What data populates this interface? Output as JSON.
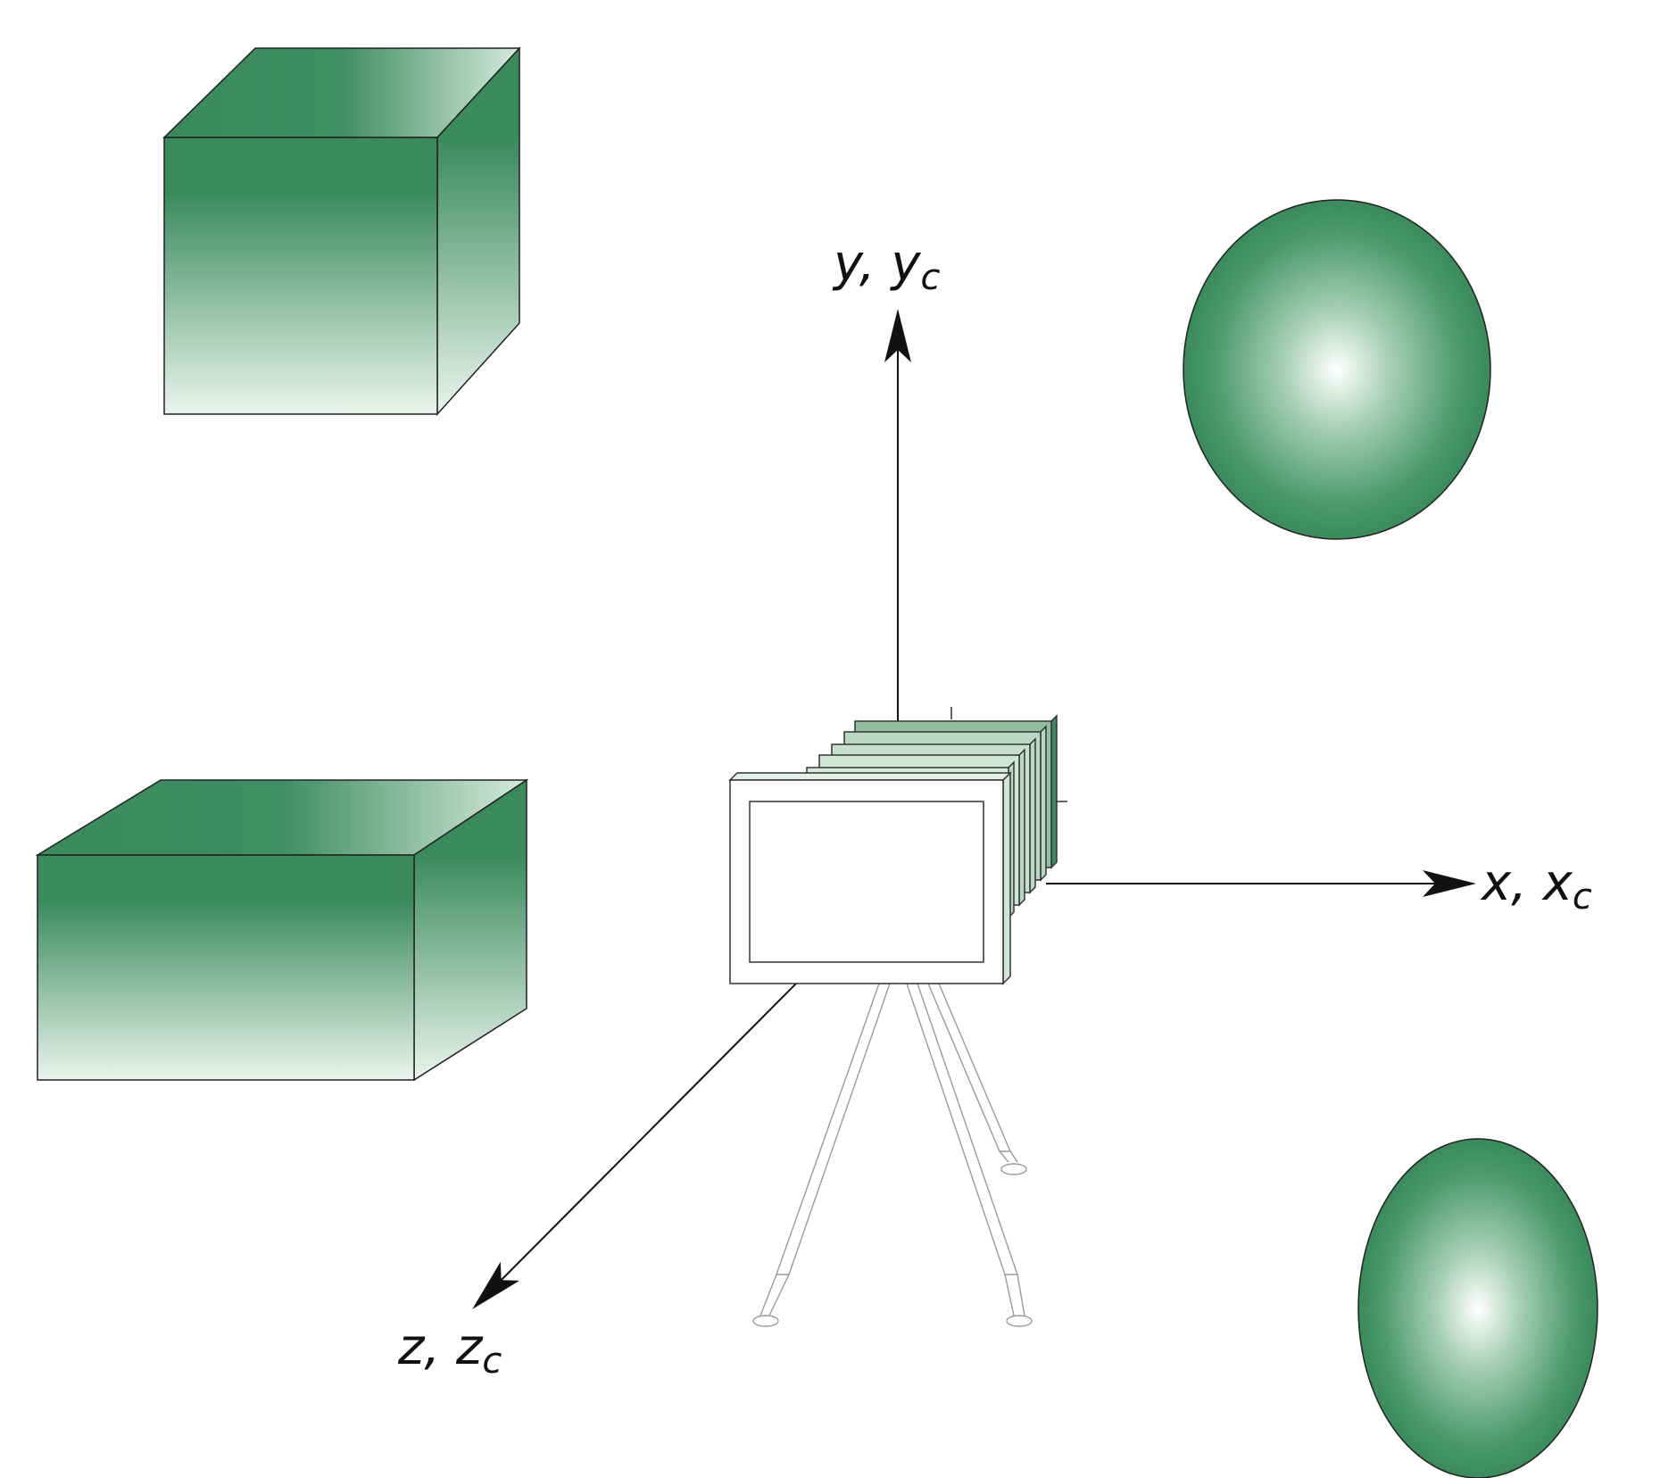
{
  "colors": {
    "object_green": "#3a8a5c",
    "object_light": "#eaf4ee",
    "camera_frame": "#b8d8c4",
    "outline": "#222222"
  },
  "axes": {
    "y": {
      "main": "y, y",
      "sub": "c"
    },
    "x": {
      "main": "x, x",
      "sub": "c"
    },
    "z": {
      "main": "z, z",
      "sub": "c"
    }
  },
  "objects": [
    {
      "kind": "cube",
      "name": "cube-object"
    },
    {
      "kind": "box",
      "name": "box-object"
    },
    {
      "kind": "sphere",
      "name": "sphere-object"
    },
    {
      "kind": "ellipsoid",
      "name": "ellipsoid-object"
    }
  ],
  "camera": {
    "icon": "camera-on-tripod-icon"
  }
}
